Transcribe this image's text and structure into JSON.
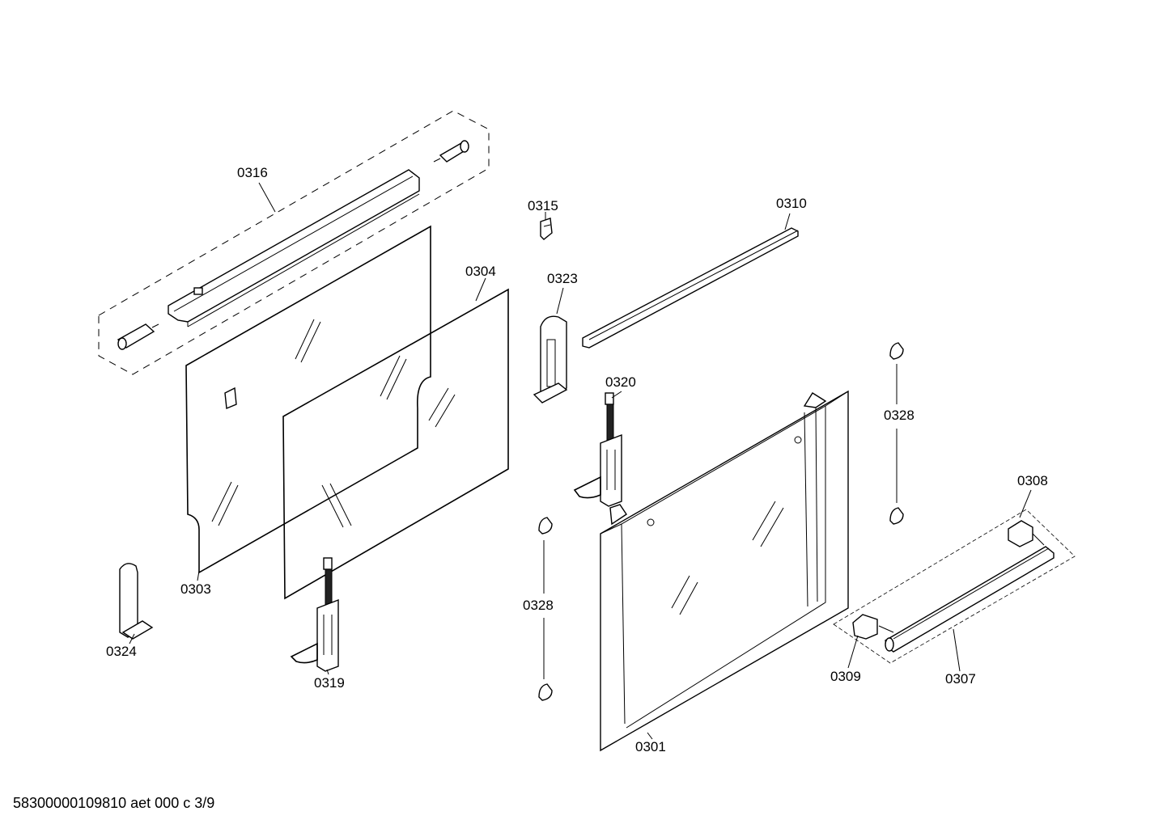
{
  "drawing": {
    "footer_text": "58300000109810 aet 000 c 3/9"
  },
  "parts": {
    "p0316": "0316",
    "p0315": "0315",
    "p0310": "0310",
    "p0304": "0304",
    "p0323": "0323",
    "p0320": "0320",
    "p0328_top": "0328",
    "p0308": "0308",
    "p0303": "0303",
    "p0328_mid": "0328",
    "p0324": "0324",
    "p0319": "0319",
    "p0309": "0309",
    "p0307": "0307",
    "p0301": "0301"
  }
}
